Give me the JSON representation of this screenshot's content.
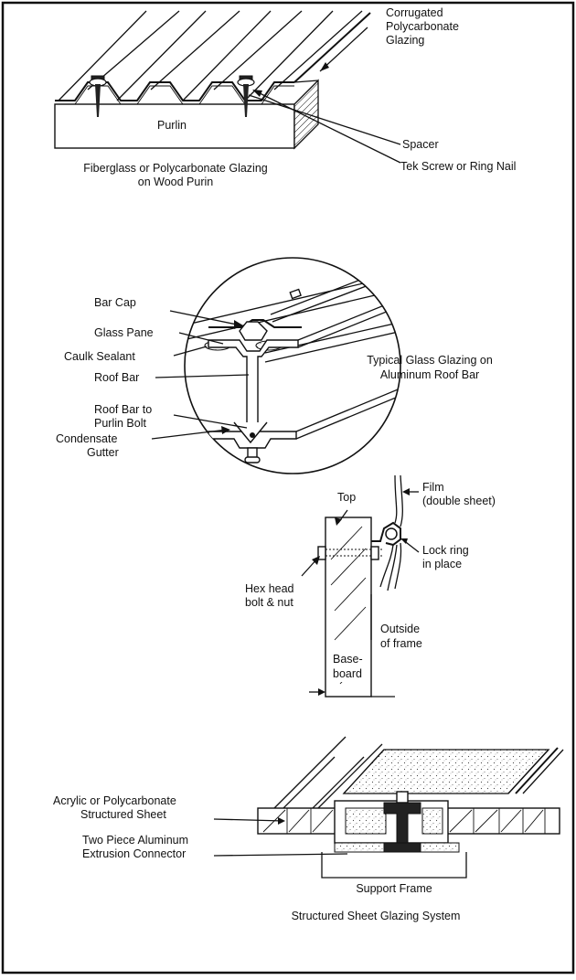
{
  "fig1": {
    "labels": {
      "corrugated_1": "Corrugated",
      "corrugated_2": "Polycarbonate",
      "corrugated_3": "Glazing",
      "purlin": "Purlin",
      "spacer": "Spacer",
      "tek": "Tek Screw or Ring Nail"
    },
    "caption_1": "Fiberglass or Polycarbonate Glazing",
    "caption_2": "on Wood Purin"
  },
  "fig2": {
    "labels": {
      "bar_cap": "Bar Cap",
      "glass_pane": "Glass Pane",
      "caulk": "Caulk Sealant",
      "roof_bar": "Roof Bar",
      "bolt_1": "Roof Bar to",
      "bolt_2": "Purlin Bolt",
      "gutter_1": "Condensate",
      "gutter_2": "Gutter"
    },
    "caption_1": "Typical Glass Glazing on",
    "caption_2": "Aluminum Roof Bar"
  },
  "fig3": {
    "labels": {
      "top": "Top",
      "film_1": "Film",
      "film_2": "(double sheet)",
      "lock_1": "Lock ring",
      "lock_2": "in place",
      "hex_1": "Hex head",
      "hex_2": "bolt & nut",
      "outside_1": "Outside",
      "outside_2": "of frame",
      "base_1": "Base-",
      "base_2": "board"
    }
  },
  "fig4": {
    "labels": {
      "sheet_1": "Acrylic or Polycarbonate",
      "sheet_2": "Structured Sheet",
      "connector_1": "Two Piece Aluminum",
      "connector_2": "Extrusion Connector",
      "support": "Support Frame"
    },
    "caption": "Structured Sheet Glazing System"
  }
}
